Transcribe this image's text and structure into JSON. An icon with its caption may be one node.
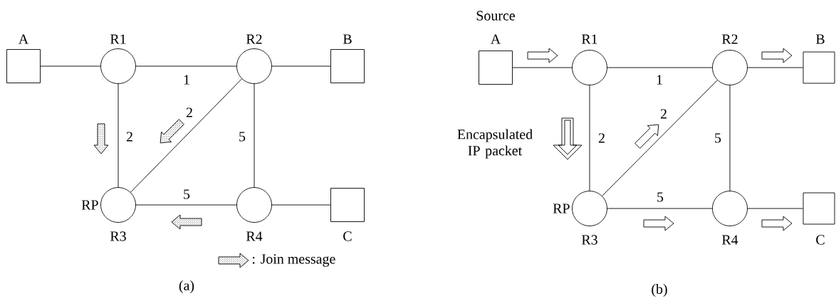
{
  "diagram": {
    "nodes": [
      {
        "text": [
          "A"
        ]
      },
      {
        "text": [
          "R1"
        ]
      },
      {
        "text": [
          "R2"
        ]
      },
      {
        "text": [
          "B"
        ]
      },
      {
        "text": [
          "R3"
        ],
        "beside": [
          "RP"
        ]
      },
      {
        "text": [
          "R4"
        ]
      },
      {
        "text": [
          "C"
        ]
      },
      {
        "text": [
          "A"
        ],
        "beside": [
          "Source"
        ]
      },
      {
        "text": [
          "R1"
        ]
      },
      {
        "text": [
          "R2"
        ]
      },
      {
        "text": [
          "B"
        ]
      },
      {
        "text": [
          "R3"
        ],
        "beside": [
          "RP"
        ]
      },
      {
        "text": [
          "R4"
        ]
      },
      {
        "text": [
          "C"
        ]
      }
    ],
    "edges": [
      {
        "from": 0,
        "to": 1,
        "arrow": "none"
      },
      {
        "from": 1,
        "to": 2,
        "arrow": "none",
        "label": "1"
      },
      {
        "from": 2,
        "to": 3,
        "arrow": "none"
      },
      {
        "from": 1,
        "to": 4,
        "arrow": "none",
        "label": "2"
      },
      {
        "from": 2,
        "to": 4,
        "arrow": "none",
        "label": "2"
      },
      {
        "from": 2,
        "to": 5,
        "arrow": "none",
        "label": "5"
      },
      {
        "from": 4,
        "to": 5,
        "arrow": "none",
        "label": "5"
      },
      {
        "from": 5,
        "to": 6,
        "arrow": "none"
      },
      {
        "from": 7,
        "to": 8,
        "arrow": "none"
      },
      {
        "from": 8,
        "to": 9,
        "arrow": "none",
        "label": "1"
      },
      {
        "from": 9,
        "to": 10,
        "arrow": "none"
      },
      {
        "from": 8,
        "to": 11,
        "arrow": "none",
        "label": "2"
      },
      {
        "from": 9,
        "to": 11,
        "arrow": "none",
        "label": "2"
      },
      {
        "from": 9,
        "to": 12,
        "arrow": "none",
        "label": "5"
      },
      {
        "from": 11,
        "to": 12,
        "arrow": "none",
        "label": "5"
      },
      {
        "from": 12,
        "to": 13,
        "arrow": "none"
      }
    ],
    "labels": [
      "Encapsulated IP packet",
      "(a)",
      "(b)"
    ],
    "legend": [
      {
        "text": ": Join message"
      }
    ]
  }
}
